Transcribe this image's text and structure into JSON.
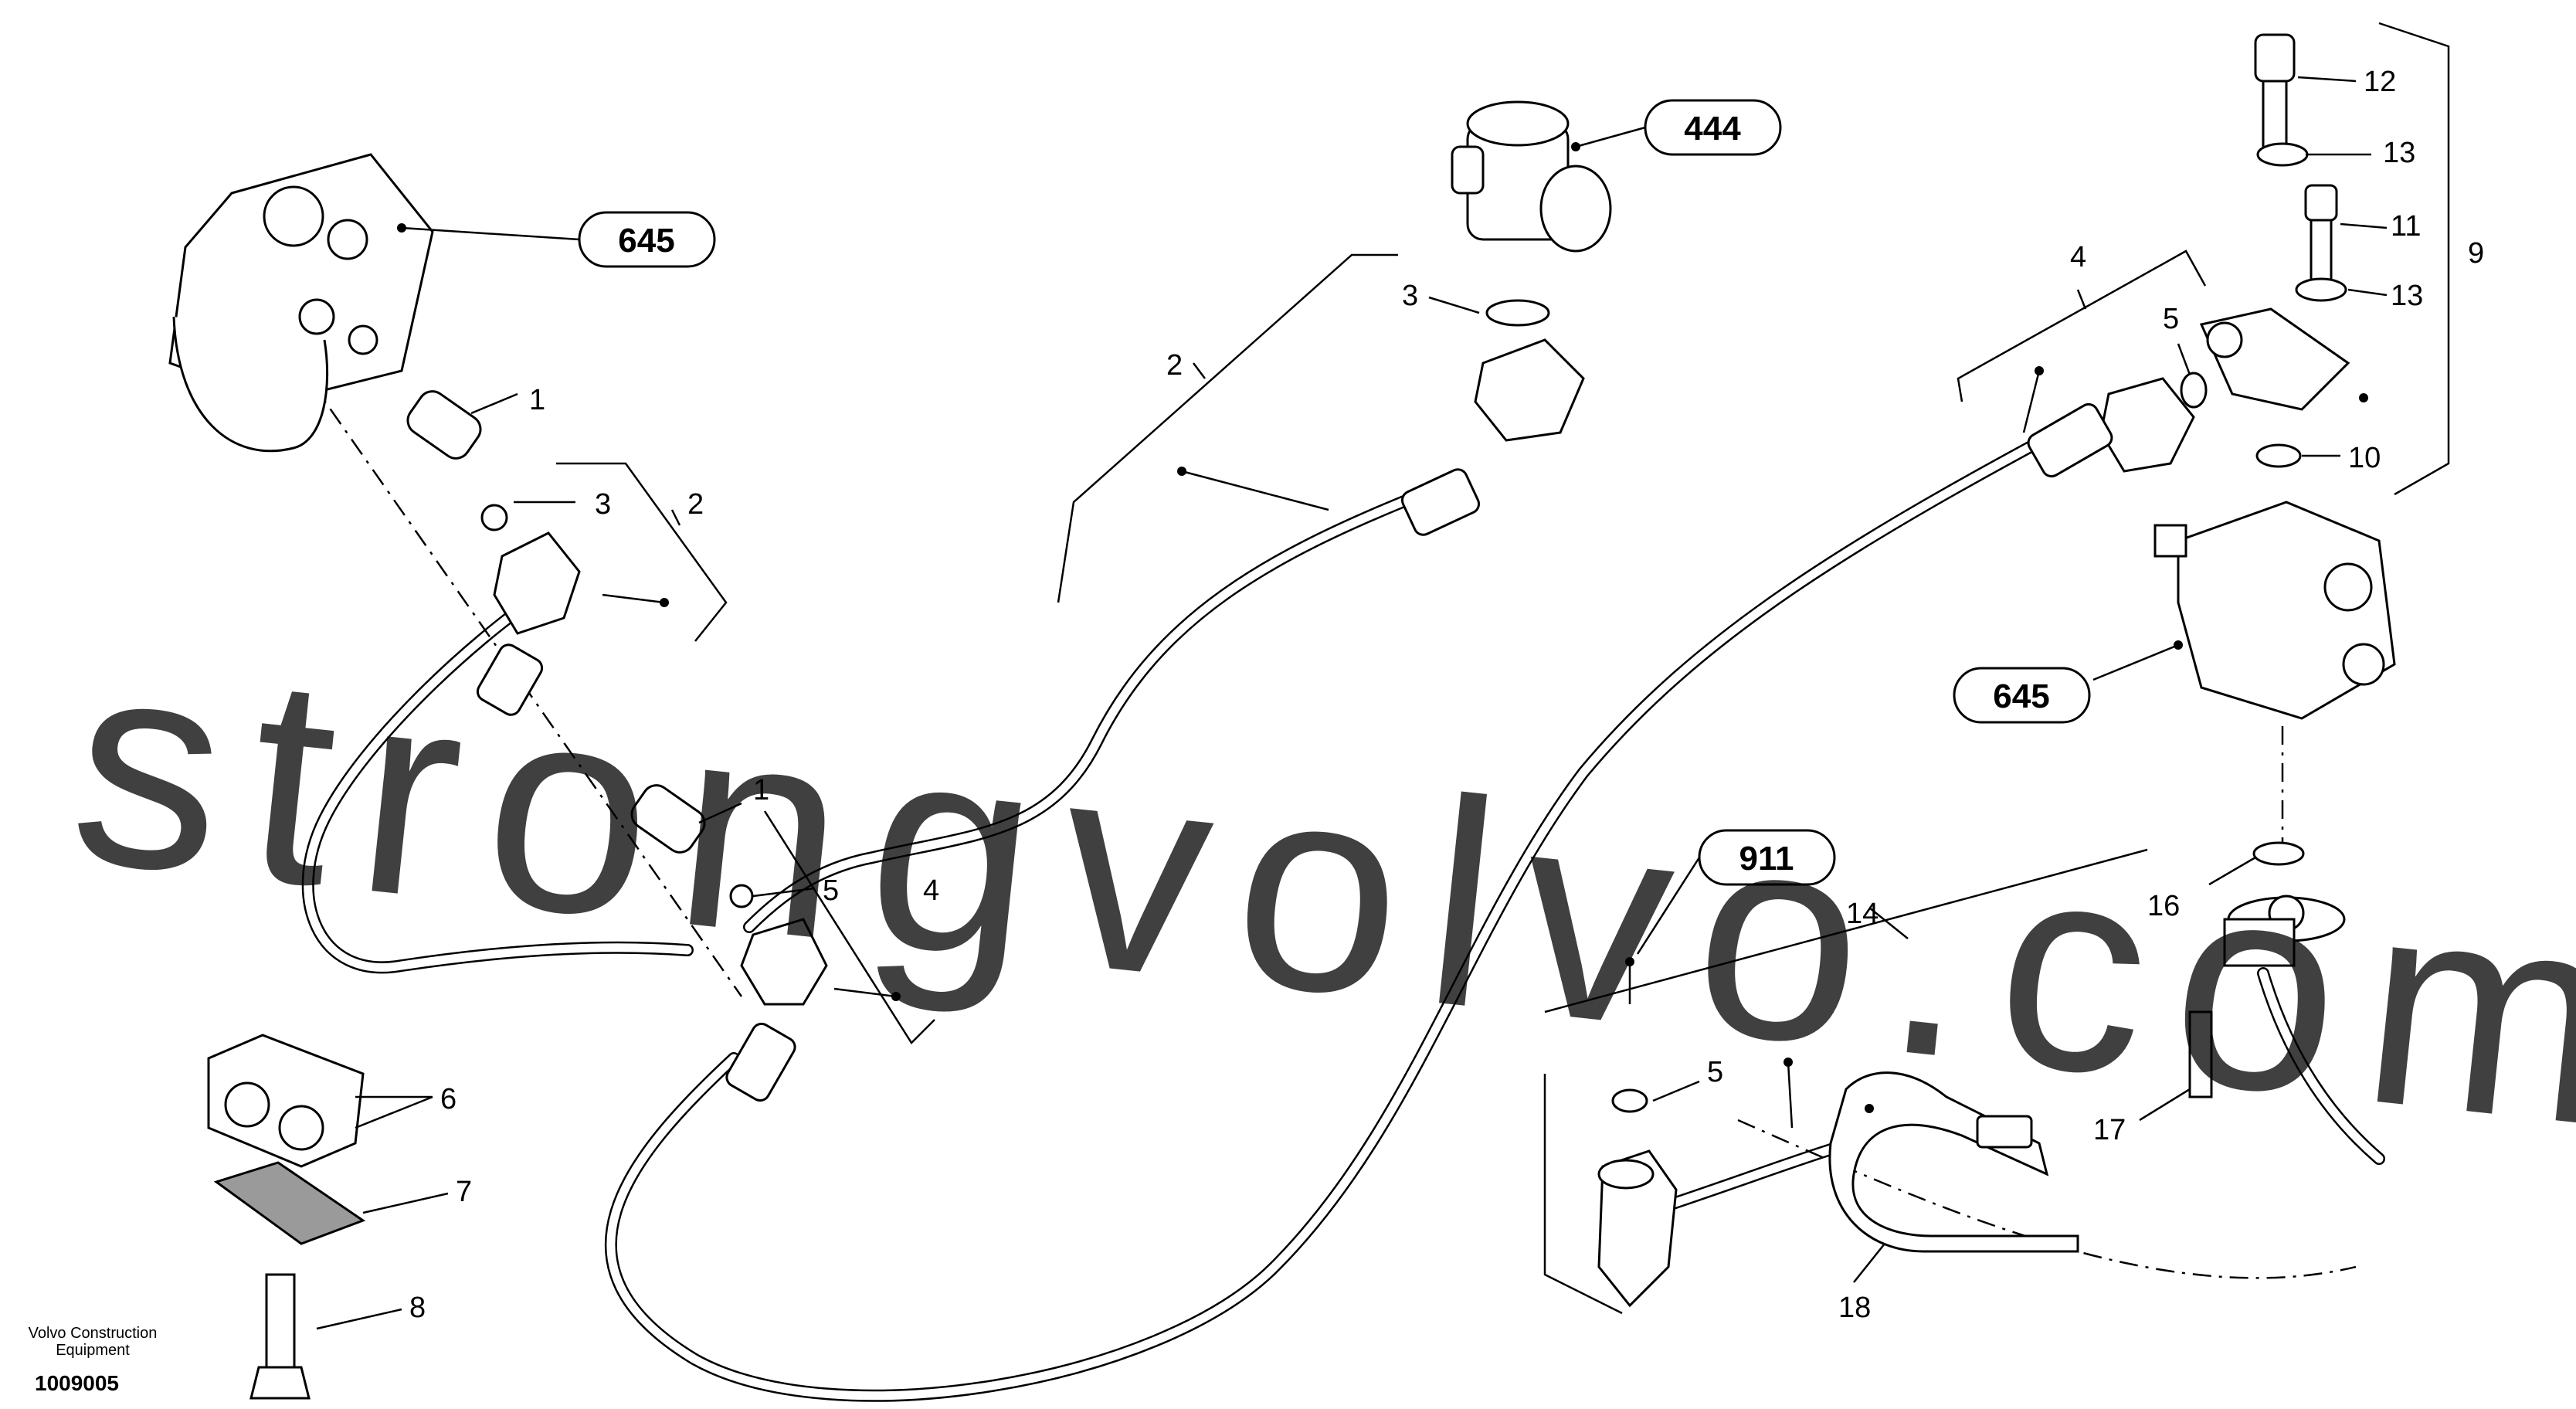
{
  "diagram": {
    "parts": [
      {
        "id": "p1a",
        "label": "1"
      },
      {
        "id": "p1b",
        "label": "1"
      },
      {
        "id": "p2a",
        "label": "2"
      },
      {
        "id": "p2b",
        "label": "2"
      },
      {
        "id": "p3a",
        "label": "3"
      },
      {
        "id": "p3b",
        "label": "3"
      },
      {
        "id": "p4a",
        "label": "4"
      },
      {
        "id": "p4b",
        "label": "4"
      },
      {
        "id": "p5a",
        "label": "5"
      },
      {
        "id": "p5b",
        "label": "5"
      },
      {
        "id": "p5c",
        "label": "5"
      },
      {
        "id": "p6",
        "label": "6"
      },
      {
        "id": "p7",
        "label": "7"
      },
      {
        "id": "p8",
        "label": "8"
      },
      {
        "id": "p9",
        "label": "9"
      },
      {
        "id": "p10",
        "label": "10"
      },
      {
        "id": "p11",
        "label": "11"
      },
      {
        "id": "p12",
        "label": "12"
      },
      {
        "id": "p13a",
        "label": "13"
      },
      {
        "id": "p13b",
        "label": "13"
      },
      {
        "id": "p14",
        "label": "14"
      },
      {
        "id": "p16",
        "label": "16"
      },
      {
        "id": "p17",
        "label": "17"
      },
      {
        "id": "p18",
        "label": "18"
      }
    ],
    "references": [
      {
        "id": "r645a",
        "label": "645"
      },
      {
        "id": "r645b",
        "label": "645"
      },
      {
        "id": "r444",
        "label": "444"
      },
      {
        "id": "r911",
        "label": "911"
      }
    ],
    "footer": {
      "company_line1": "Volvo Construction",
      "company_line2": "Equipment",
      "drawing_number": "1009005"
    },
    "watermark": "strongvolvo.com"
  }
}
